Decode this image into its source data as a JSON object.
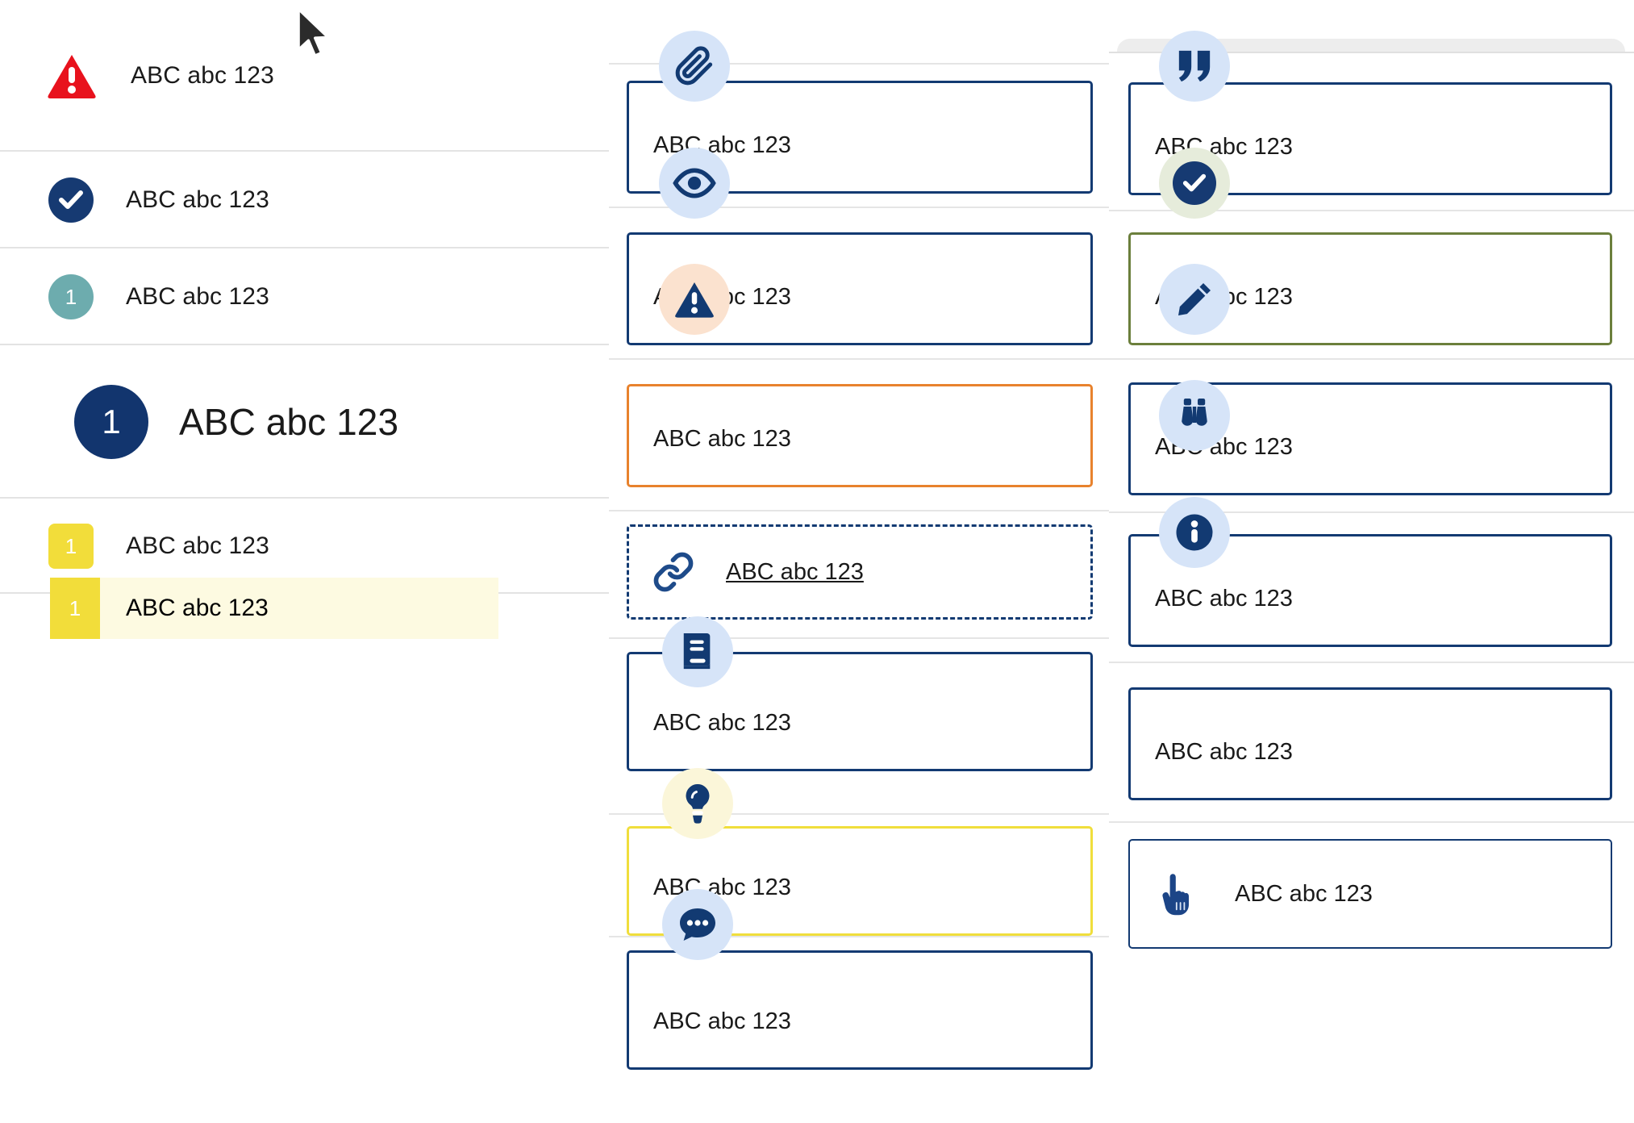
{
  "theme": {
    "navy": "#133a72",
    "navy_deep": "#12356e",
    "red": "#e8121d",
    "teal": "#6dacae",
    "yellow": "#f2dd3a",
    "yellow_border": "#f0de3c",
    "highlight_bg": "#fdfae1",
    "orange": "#e8822d",
    "olive": "#6b7f3c",
    "icon_blue_bg": "#d6e4f8",
    "icon_peach_bg": "#fbe2cf",
    "icon_green_bg": "#e6ecdb",
    "icon_lemon_bg": "#fbf6d9",
    "divider": "#e3e3e3",
    "text": "#1a1a1a"
  },
  "sample_text": "ABC abc 123",
  "left_column": {
    "rows": [
      {
        "id": "warning-row",
        "badge_type": "triangle-warning",
        "badge_value": "",
        "label": "ABC abc 123",
        "size": "normal"
      },
      {
        "id": "check-row",
        "badge_type": "circle-check",
        "badge_value": "",
        "label": "ABC abc 123",
        "size": "normal"
      },
      {
        "id": "teal-number-row",
        "badge_type": "circle-number",
        "badge_value": "1",
        "label": "ABC abc 123",
        "size": "normal"
      },
      {
        "id": "navy-number-row",
        "badge_type": "circle-number-lg",
        "badge_value": "1",
        "label": "ABC abc 123",
        "size": "large"
      },
      {
        "id": "yellow-number-row",
        "badge_type": "square-number",
        "badge_value": "1",
        "label": "ABC abc 123",
        "size": "normal"
      },
      {
        "id": "highlighted-row",
        "badge_type": "tab-number",
        "badge_value": "1",
        "label": "ABC abc 123",
        "size": "normal",
        "highlighted": true
      }
    ]
  },
  "middle_column": {
    "cards": [
      {
        "id": "attachment-card",
        "icon": "paperclip-icon",
        "icon_bg": "blue",
        "border": "navy",
        "label": "ABC abc 123",
        "style": "standard"
      },
      {
        "id": "preview-card",
        "icon": "eye-icon",
        "icon_bg": "blue",
        "border": "navy",
        "label": "ABC abc 123",
        "style": "standard"
      },
      {
        "id": "warning-card",
        "icon": "warning-icon",
        "icon_bg": "peach",
        "border": "orange",
        "label": "ABC abc 123",
        "style": "standard"
      },
      {
        "id": "link-card",
        "icon": "link-icon",
        "icon_bg": "none",
        "border": "dashed",
        "label": "ABC abc 123",
        "style": "inline-link"
      },
      {
        "id": "reference-card",
        "icon": "book-icon",
        "icon_bg": "blue",
        "border": "navy",
        "label": "ABC abc 123",
        "style": "standard"
      },
      {
        "id": "tip-card",
        "icon": "lightbulb-icon",
        "icon_bg": "lemon",
        "border": "yellow",
        "label": "ABC abc 123",
        "style": "standard"
      },
      {
        "id": "comment-card",
        "icon": "chat-icon",
        "icon_bg": "blue",
        "border": "navy",
        "label": "ABC abc 123",
        "style": "standard"
      }
    ]
  },
  "right_column": {
    "cards": [
      {
        "id": "quote-card",
        "icon": "quote-icon",
        "icon_bg": "blue",
        "border": "navy",
        "label": "ABC abc 123",
        "style": "standard"
      },
      {
        "id": "approved-card",
        "icon": "check-icon",
        "icon_bg": "green",
        "border": "olive",
        "label": "ABC abc 123",
        "style": "standard"
      },
      {
        "id": "edit-card",
        "icon": "pencil-icon",
        "icon_bg": "blue",
        "border": "navy",
        "label": "ABC abc 123",
        "style": "standard"
      },
      {
        "id": "observe-card",
        "icon": "binoculars-icon",
        "icon_bg": "blue",
        "border": "navy",
        "label": "ABC abc 123",
        "style": "standard"
      },
      {
        "id": "info-card",
        "icon": "info-icon",
        "icon_bg": "blue",
        "border": "navy",
        "label": "ABC abc 123",
        "style": "standard"
      },
      {
        "id": "action-card",
        "icon": "pointing-hand-icon",
        "icon_bg": "none",
        "border": "navy-thin",
        "label": "ABC abc 123",
        "style": "inline-hand"
      }
    ]
  }
}
